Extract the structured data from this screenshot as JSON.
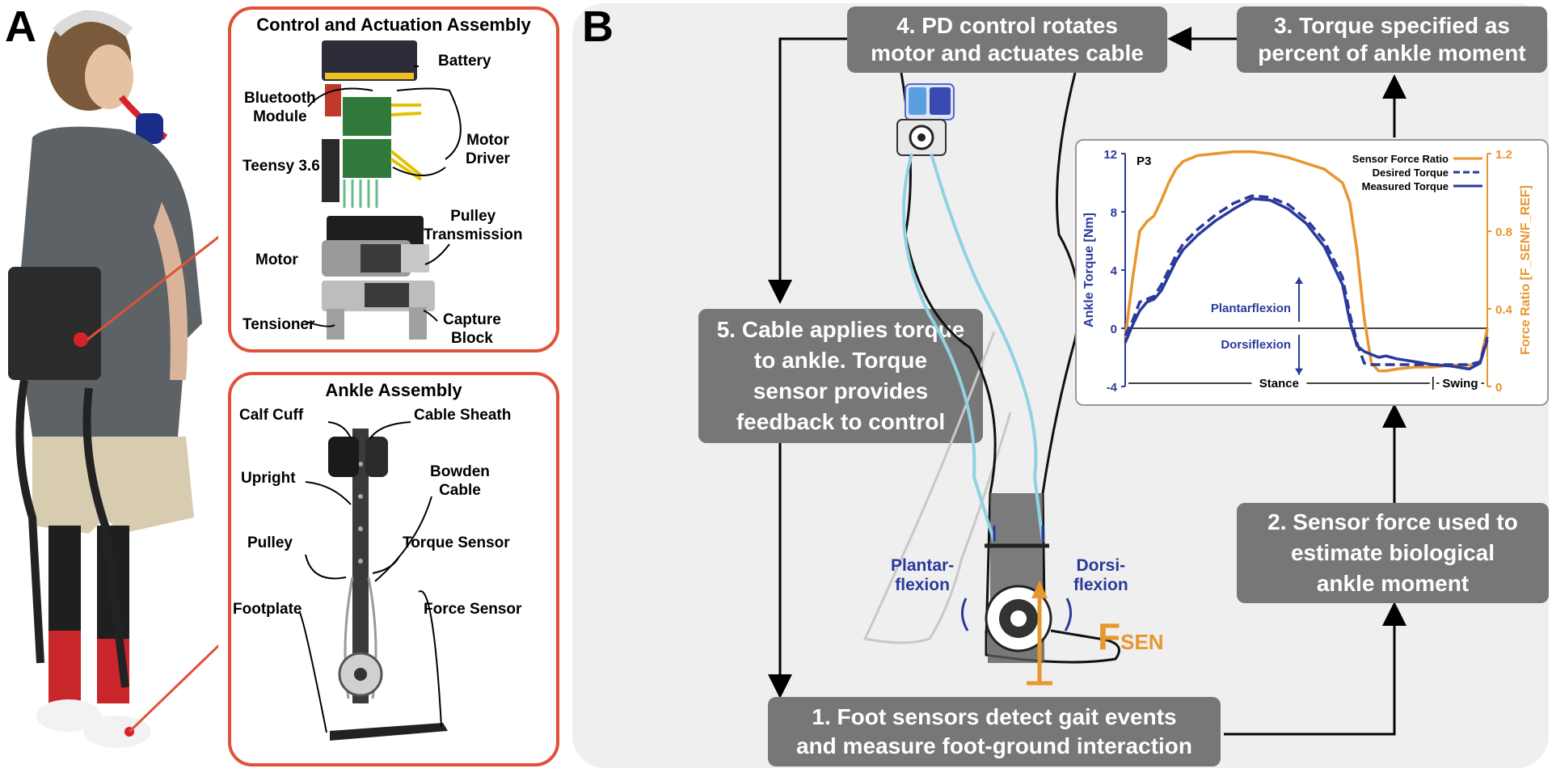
{
  "panel_a": {
    "letter": "A",
    "control_title": "Control and Actuation Assembly",
    "control_labels": {
      "battery": "Battery",
      "bluetooth": "Bluetooth\nModule",
      "motor_driver": "Motor\nDriver",
      "teensy": "Teensy 3.6",
      "pulley_transmission": "Pulley\nTransmission",
      "motor": "Motor",
      "tensioner": "Tensioner",
      "capture_block": "Capture\nBlock"
    },
    "ankle_title": "Ankle Assembly",
    "ankle_labels": {
      "calf_cuff": "Calf Cuff",
      "cable_sheath": "Cable Sheath",
      "upright": "Upright",
      "bowden_cable": "Bowden\nCable",
      "pulley": "Pulley",
      "torque_sensor": "Torque Sensor",
      "footplate": "Footplate",
      "force_sensor": "Force Sensor"
    }
  },
  "panel_b": {
    "letter": "B",
    "steps": {
      "s1": "1. Foot sensors detect gait events\nand measure foot-ground interaction",
      "s2": "2. Sensor force used to\nestimate biological\nankle moment",
      "s3": "3. Torque specified as\npercent of ankle moment",
      "s4": "4. PD control rotates\nmotor and actuates cable",
      "s5": "5. Cable applies torque\nto ankle. Torque\nsensor provides\nfeedback to control"
    },
    "leg_labels": {
      "plantar": "Plantar-\nflexion",
      "dorsi": "Dorsi-\nflexion",
      "fsen_main": "F",
      "fsen_sub": "SEN"
    }
  },
  "colors": {
    "inset_border": "#e05238",
    "step_box": "#777777",
    "blue": "#2a3a9c",
    "orange": "#e8962e",
    "cable": "#8fd3e0"
  },
  "chart_data": {
    "type": "line",
    "participant": "P3",
    "ylabel_left": "Ankle Torque [Nm]",
    "ylabel_right": "Force Ratio [F_SEN/F_REF]",
    "ylim_left": [
      -4,
      12
    ],
    "ylim_right": [
      0,
      1.2
    ],
    "yticks_left": [
      "12",
      "8",
      "4",
      "0",
      "-4"
    ],
    "yticks_right": [
      "1.2",
      "0.8",
      "0.4",
      "0"
    ],
    "x": [
      0,
      2,
      4,
      6,
      8,
      10,
      12,
      14,
      16,
      20,
      25,
      30,
      35,
      40,
      45,
      50,
      55,
      60,
      62,
      64,
      66,
      68,
      70,
      72,
      75,
      80,
      85,
      90,
      95,
      98,
      100
    ],
    "series": [
      {
        "name": "Sensor Force Ratio",
        "axis": "right",
        "style": "solid",
        "color": "#e8962e",
        "values": [
          0.25,
          0.55,
          0.8,
          0.85,
          0.88,
          0.96,
          1.05,
          1.12,
          1.16,
          1.19,
          1.2,
          1.21,
          1.21,
          1.2,
          1.18,
          1.15,
          1.12,
          1.05,
          0.95,
          0.7,
          0.35,
          0.12,
          0.08,
          0.08,
          0.09,
          0.1,
          0.1,
          0.11,
          0.11,
          0.12,
          0.3
        ]
      },
      {
        "name": "Desired Torque",
        "axis": "left",
        "style": "dashed",
        "color": "#2a3a9c",
        "values": [
          -0.5,
          0.5,
          1.8,
          2.0,
          2.2,
          3.0,
          4.0,
          5.0,
          5.8,
          6.8,
          7.8,
          8.6,
          9.1,
          9.0,
          8.5,
          7.5,
          6.0,
          3.5,
          1.0,
          -1.0,
          -2.4,
          -2.5,
          -2.5,
          -2.5,
          -2.5,
          -2.5,
          -2.5,
          -2.5,
          -2.5,
          -2.3,
          -0.6
        ]
      },
      {
        "name": "Measured Torque",
        "axis": "left",
        "style": "solid",
        "color": "#2a3a9c",
        "values": [
          -1.0,
          0.2,
          1.2,
          1.8,
          2.0,
          2.6,
          3.6,
          4.6,
          5.4,
          6.4,
          7.4,
          8.2,
          8.9,
          8.8,
          8.2,
          7.2,
          5.6,
          3.0,
          0.5,
          -1.2,
          -1.6,
          -1.8,
          -2.0,
          -1.9,
          -2.1,
          -2.3,
          -2.5,
          -2.6,
          -2.8,
          -2.4,
          -0.8
        ]
      }
    ],
    "annotations": {
      "plantarflexion": "Plantarflexion",
      "dorsiflexion": "Dorsiflexion",
      "stance": "Stance",
      "swing": "Swing"
    },
    "stance_end_x": 85,
    "legend_position": "top-right"
  }
}
